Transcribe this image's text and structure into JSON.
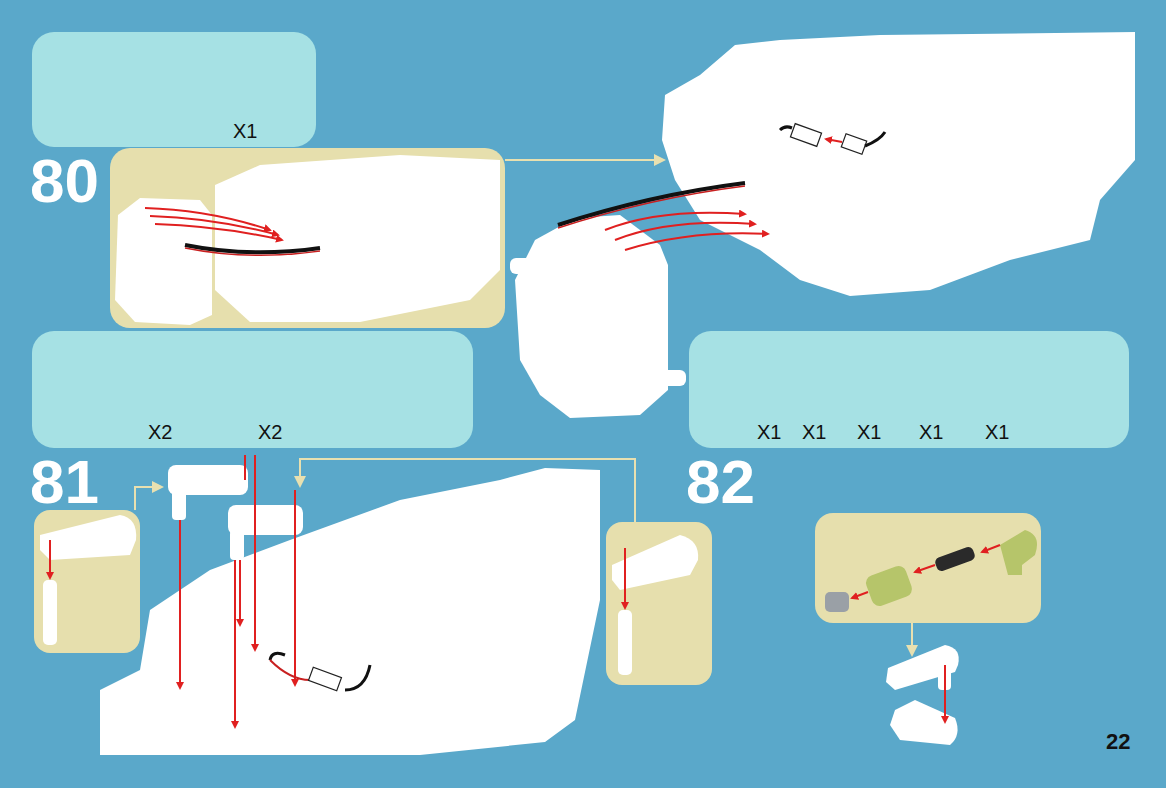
{
  "diagram": {
    "nodes": [
      {
        "text": [
          "X1"
        ]
      },
      {
        "text": [
          "X2",
          "X2"
        ]
      },
      {
        "text": [
          "X1",
          "X1",
          "X1",
          "X1",
          "X1"
        ]
      }
    ],
    "labels": [
      "80",
      "81",
      "82",
      "22"
    ]
  }
}
